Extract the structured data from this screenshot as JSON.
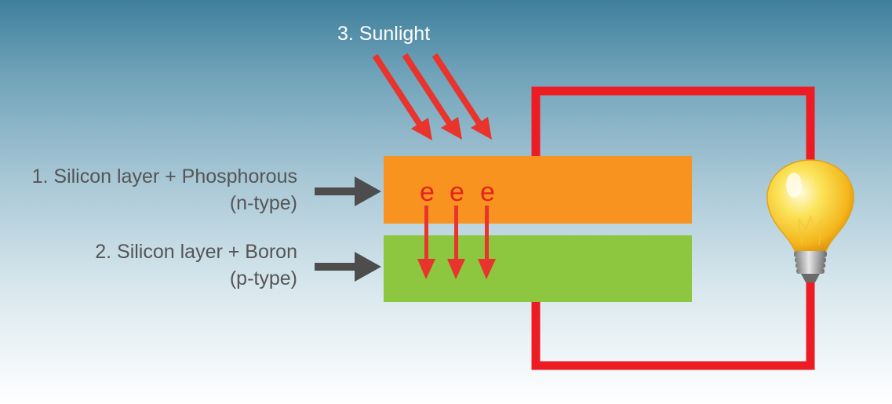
{
  "labels": {
    "sunlight": "3. Sunlight",
    "n_layer_line1": "1. Silicon layer + Phosphorous",
    "n_layer_line2": "(n-type)",
    "p_layer_line1": "2. Silicon layer + Boron",
    "p_layer_line2": "(p-type)"
  },
  "electrons": [
    "e",
    "e",
    "e"
  ],
  "colors": {
    "n_layer": "#f7931e",
    "p_layer": "#8dc63f",
    "circuit": "#ed1c24",
    "arrows": "#e8342c",
    "pointer_arrows": "#4d4d4d",
    "bulb_glass": "#f8d21c"
  },
  "icons": {
    "bulb": "light-bulb-icon",
    "pointer": "right-arrow-icon",
    "sun_ray": "diagonal-arrow-icon",
    "electron_flow": "down-arrow-icon"
  }
}
